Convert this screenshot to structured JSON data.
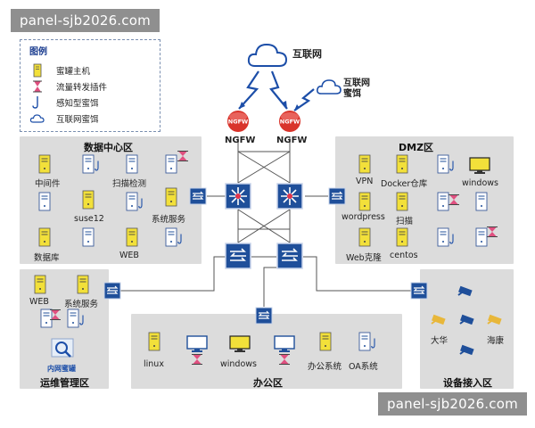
{
  "watermark_top": "panel-sjb2026.com",
  "watermark_bottom": "panel-sjb2026.com",
  "legend": {
    "title": "图例",
    "items": [
      {
        "label": "蜜罐主机",
        "icon": "yellow-server-icon"
      },
      {
        "label": "流量转发插件",
        "icon": "hourglass-icon"
      },
      {
        "label": "感知型蜜饵",
        "icon": "hook-icon"
      },
      {
        "label": "互联网蜜饵",
        "icon": "cloud-icon"
      }
    ]
  },
  "internet": {
    "label": "互联网",
    "bait_label_1": "互联网",
    "bait_label_2": "蜜饵"
  },
  "firewalls": [
    {
      "badge": "NGFW",
      "label": "NGFW"
    },
    {
      "badge": "NGFW",
      "label": "NGFW"
    }
  ],
  "zones": {
    "datacenter": {
      "title": "数据中心区",
      "labels": {
        "middleware": "中间件",
        "scan": "扫描检测",
        "suse": "suse12",
        "system": "系统服务",
        "db": "数据库",
        "web": "WEB"
      }
    },
    "dmz": {
      "title": "DMZ区",
      "labels": {
        "vpn": "VPN",
        "docker": "Docker仓库",
        "windows": "windows",
        "wordpress": "wordpress",
        "scan": "扫描",
        "webclone": "Web克隆",
        "centos": "centos"
      }
    },
    "ops": {
      "title": "运维管理区",
      "labels": {
        "web": "WEB",
        "system": "系统服务",
        "intranet_bait": "内网蜜罐"
      }
    },
    "office": {
      "title": "办公区",
      "labels": {
        "linux": "linux",
        "windows": "windows",
        "office_sys": "办公系统",
        "oa": "OA系统"
      }
    },
    "device": {
      "title": "设备接入区",
      "labels": {
        "dahua": "大华",
        "hikvision": "海康"
      }
    }
  },
  "colors": {
    "zone_bg": "#dcdcdc",
    "switch_blue": "#1f4f9a",
    "firewall_red": "#d9342b",
    "honeypot_yellow": "#f2e03a",
    "line": "#555555",
    "bolt_blue": "#1c4ea8"
  }
}
